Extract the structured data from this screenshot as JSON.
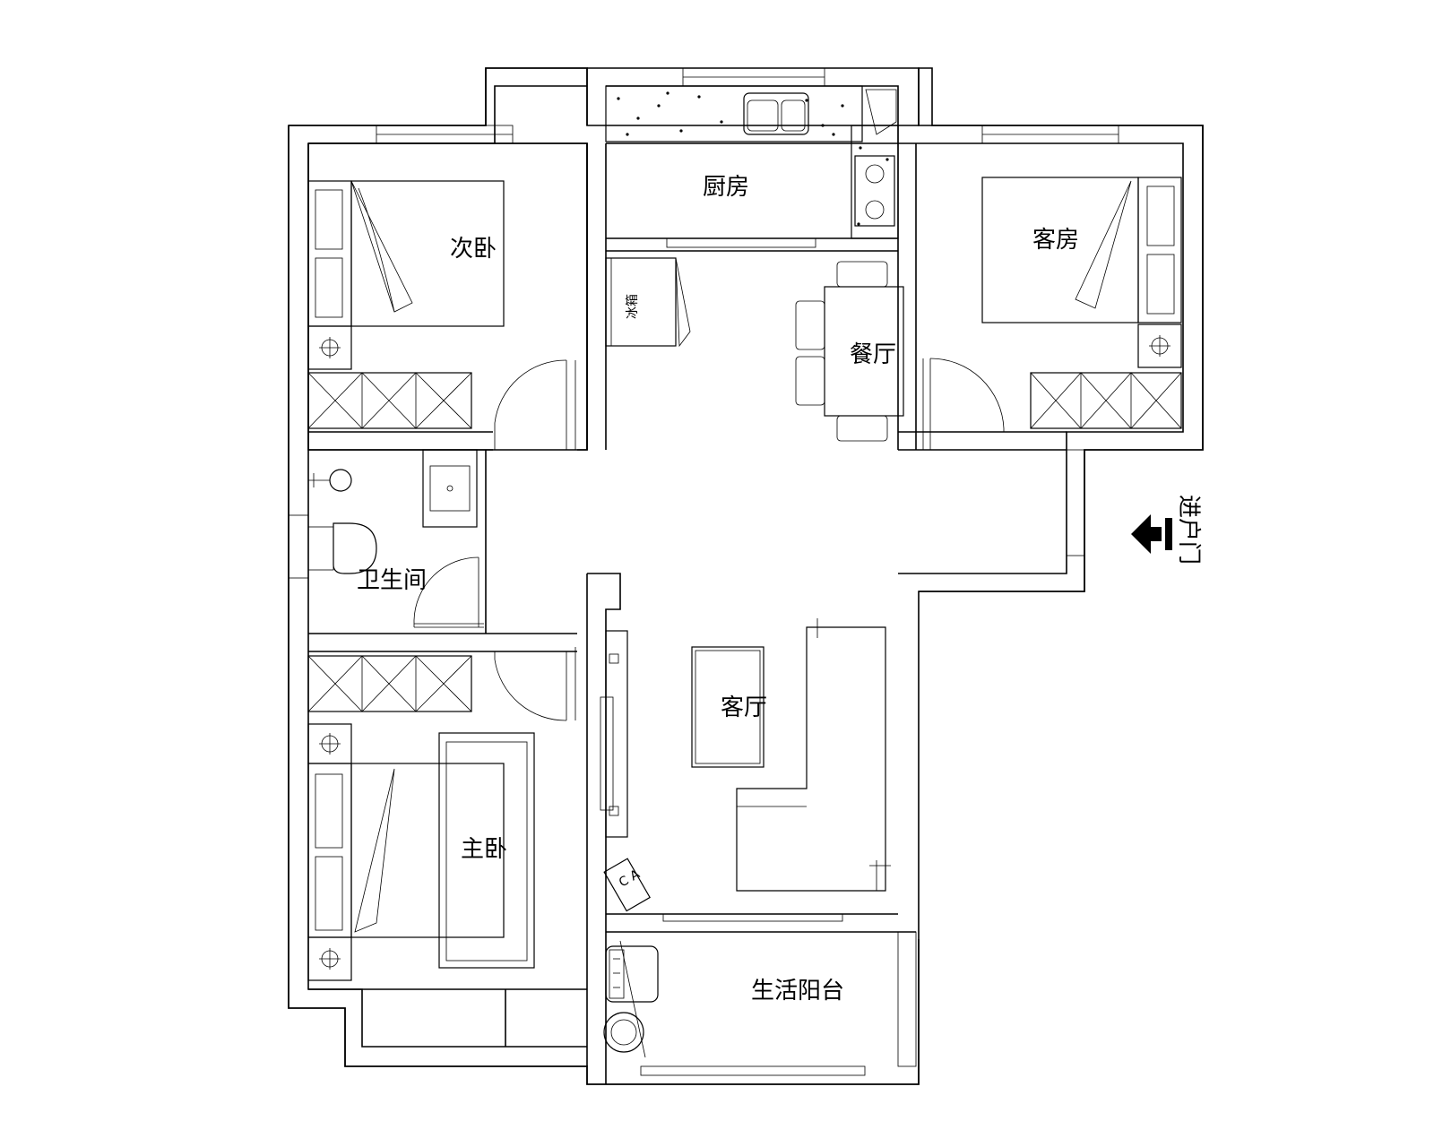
{
  "rooms": {
    "kitchen": "厨房",
    "second_bedroom": "次卧",
    "guest_room": "客房",
    "dining_room": "餐厅",
    "bathroom": "卫生间",
    "living_room": "客厅",
    "master_bedroom": "主卧",
    "utility_balcony": "生活阳台"
  },
  "fixtures": {
    "fridge": "冰箱",
    "ac_letters": "C A"
  },
  "entry": {
    "label": "进户门"
  }
}
